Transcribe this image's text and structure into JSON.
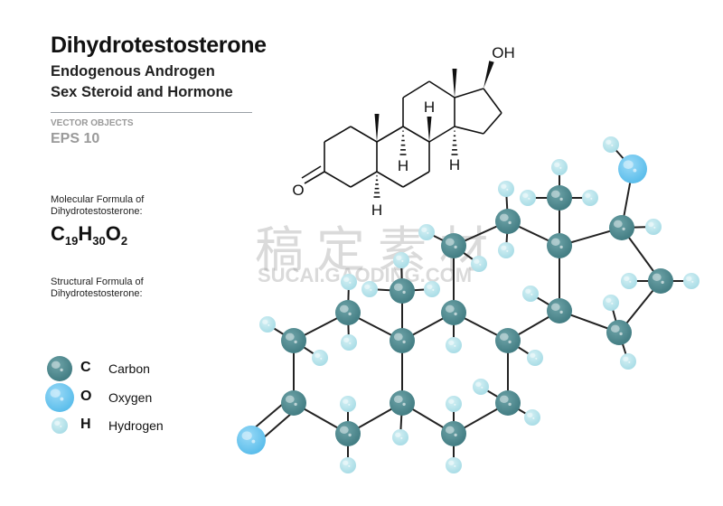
{
  "header": {
    "title": "Dihydrotestosterone",
    "subtitle_1": "Endogenous Androgen",
    "subtitle_2": "Sex Steroid and Hormone",
    "vector_label": "VECTOR OBJECTS",
    "eps_label": "EPS 10"
  },
  "molecular": {
    "label_1": "Molecular Formula of",
    "label_2": "Dihydrotestosterone:",
    "formula": [
      {
        "el": "C",
        "n": "19"
      },
      {
        "el": "H",
        "n": "30"
      },
      {
        "el": "O",
        "n": "2"
      }
    ]
  },
  "structural": {
    "label_1": "Structural  Formula of",
    "label_2": "Dihydrotestosterone:",
    "oh_label": "OH",
    "o_label": "O",
    "h_label": "H"
  },
  "legend": [
    {
      "symbol": "C",
      "name": "Carbon",
      "color": "#4f8a90"
    },
    {
      "symbol": "O",
      "name": "Oxygen",
      "color": "#6cc8f0"
    },
    {
      "symbol": "H",
      "name": "Hydrogen",
      "color": "#b5e2ea"
    }
  ],
  "watermark": {
    "cn": "稿定素材",
    "url": "SUCAI.GAODING.COM"
  }
}
